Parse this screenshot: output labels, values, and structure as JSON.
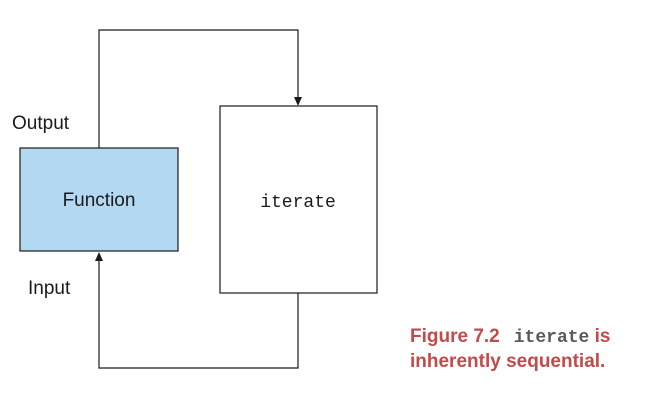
{
  "diagram": {
    "function_label": "Function",
    "iterate_label": "iterate",
    "output_label": "Output",
    "input_label": "Input",
    "function_fill": "#b3d9f2"
  },
  "caption": {
    "figure_number": "Figure 7.2",
    "code_term": "iterate",
    "text_after_code": " is",
    "second_line": "inherently sequential."
  }
}
